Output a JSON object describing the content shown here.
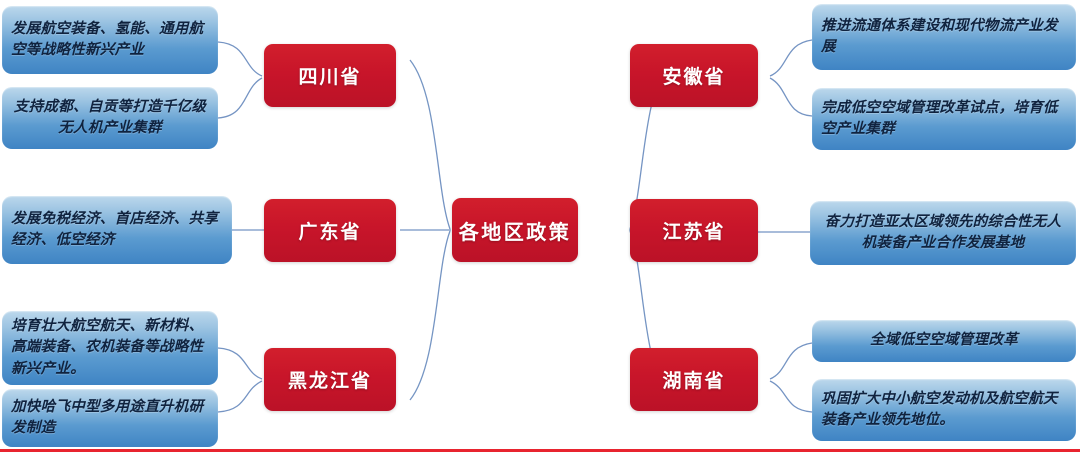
{
  "diagram": {
    "hub": {
      "label": "各地区政策"
    },
    "left_nodes": [
      {
        "label": "四川省"
      },
      {
        "label": "广东省"
      },
      {
        "label": "黑龙江省"
      }
    ],
    "right_nodes": [
      {
        "label": "安徽省"
      },
      {
        "label": "江苏省"
      },
      {
        "label": "湖南省"
      }
    ],
    "left_leaves": [
      {
        "text": "发展航空装备、氢能、通用航空等战略性新兴产业"
      },
      {
        "text": "支持成都、自贡等打造千亿级无人机产业集群"
      },
      {
        "text": "发展免税经济、首店经济、共享经济、低空经济"
      },
      {
        "text": "培育壮大航空航天、新材料、高端装备、农机装备等战略性新兴产业。"
      },
      {
        "text": "加快哈飞中型多用途直升机研发制造"
      }
    ],
    "right_leaves": [
      {
        "text": "推进流通体系建设和现代物流产业发展"
      },
      {
        "text": "完成低空空域管理改革试点，培育低空产业集群"
      },
      {
        "text": "奋力打造亚太区域领先的综合性无人机装备产业合作发展基地"
      },
      {
        "text": "全域低空空域管理改革"
      },
      {
        "text": "巩固扩大中小航空发动机及航空航天装备产业领先地位。"
      }
    ],
    "colors": {
      "node_red": "#c8152a",
      "leaf_blue": "#5b9bd0",
      "connector": "#6e8fc0",
      "bottom_rule": "#e8242f"
    }
  }
}
